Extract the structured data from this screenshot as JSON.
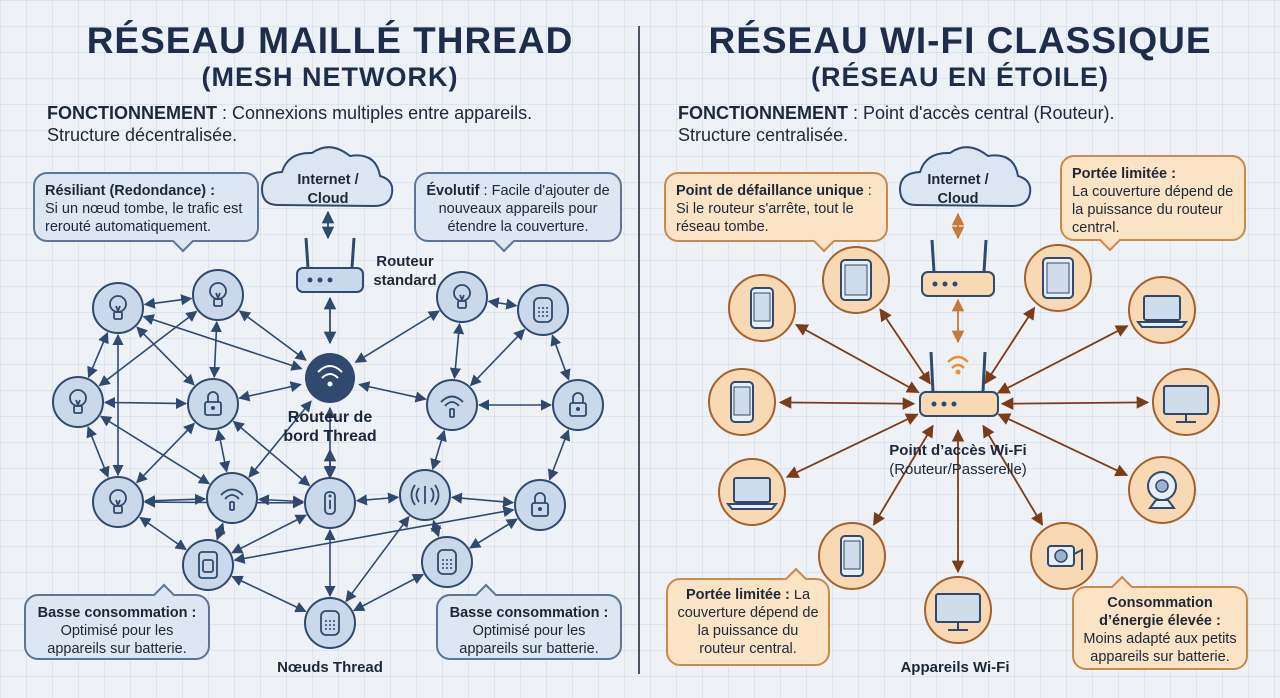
{
  "left": {
    "title": "RÉSEAU MAILLÉ THREAD",
    "subtitle": "(MESH NETWORK)",
    "operation_label": "FONCTIONNEMENT",
    "operation_line1": " : Connexions multiples entre appareils.",
    "operation_line2": "Structure décentralisée.",
    "cloud_label_1": "Internet /",
    "cloud_label_2": "Cloud",
    "router_label_1": "Routeur",
    "router_label_2": "standard",
    "border_router_label_1": "Routeur de",
    "border_router_label_2": "bord Thread",
    "nodes_label": "Nœuds Thread",
    "bubble_resilient_title": "Résiliant (Redondance) :",
    "bubble_resilient_text": "Si un nœud tombe, le trafic est rerouté automatiquement.",
    "bubble_scalable_title": "Évolutif",
    "bubble_scalable_text": " : Facile d'ajouter de nouveaux appareils pour étendre la couverture.",
    "bubble_lowpower1_title": "Basse consommation :",
    "bubble_lowpower1_text": "Optimisé pour les appareils sur batterie.",
    "bubble_lowpower2_title": "Basse consommation :",
    "bubble_lowpower2_text": "Optimisé pour les appareils sur batterie."
  },
  "right": {
    "title": "RÉSEAU WI-FI CLASSIQUE",
    "subtitle": "(RÉSEAU EN ÉTOILE)",
    "operation_label": "FONCTIONNEMENT",
    "operation_line1": " : Point d'accès central (Routeur).",
    "operation_line2": "Structure centralisée.",
    "cloud_label_1": "Internet /",
    "cloud_label_2": "Cloud",
    "ap_label_1": "Point d’accès Wi-Fi",
    "ap_label_2": "(Routeur/Passerelle)",
    "devices_label": "Appareils Wi-Fi",
    "bubble_spof_title": "Point de défaillance unique",
    "bubble_spof_text": " : Si le routeur s'arrête, tout le réseau tombe.",
    "bubble_range1_title": "Portée limitée :",
    "bubble_range1_text": "La couverture dépend de la puissance du routeur central.",
    "bubble_range2_title": "Portée limitée :",
    "bubble_range2_text": " La couverture dépend de la puissance du routeur central.",
    "bubble_energy_title": "Consommation d’énergie élevée :",
    "bubble_energy_text": "Moins adapté aux petits appareils sur batterie."
  },
  "colors": {
    "blue_node_fill": "#c9d8ea",
    "blue_stroke": "#2f4a6e",
    "orange_node_fill": "#f8d9b3",
    "orange_stroke": "#a3612b",
    "arrow_brown": "#7a3d1a"
  }
}
